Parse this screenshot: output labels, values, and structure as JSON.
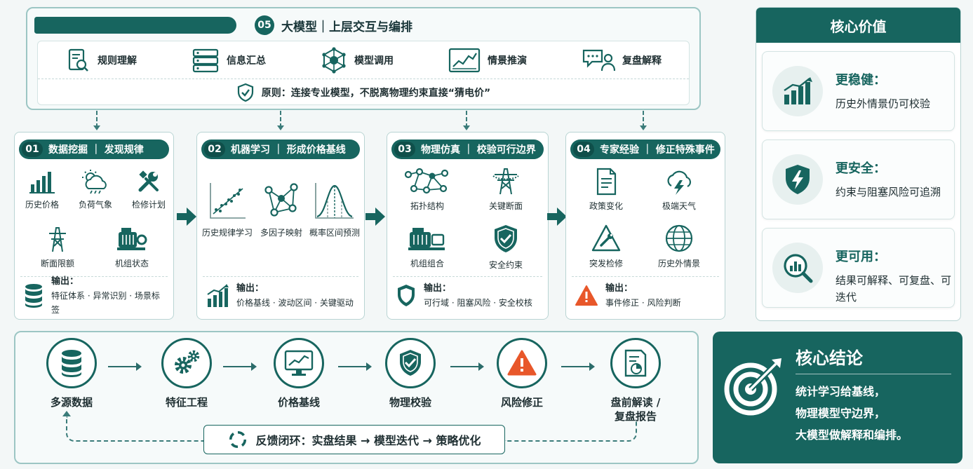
{
  "top": {
    "number": "05",
    "title": "大模型｜上层交互与编排",
    "items": [
      {
        "label": "规则理解",
        "icon": "document-search-icon"
      },
      {
        "label": "信息汇总",
        "icon": "server-stack-icon"
      },
      {
        "label": "模型调用",
        "icon": "network-hub-icon"
      },
      {
        "label": "情景推演",
        "icon": "line-chart-icon"
      },
      {
        "label": "复盘解释",
        "icon": "chat-person-icon"
      }
    ],
    "principle": "原则：连接专业模型，不脱离物理约束直接“猜电价”"
  },
  "stages": [
    {
      "number": "01",
      "title": "数据挖掘 ｜ 发现规律",
      "items": [
        "历史价格",
        "负荷气象",
        "检修计划",
        "断面限额",
        "机组状态"
      ],
      "output_label": "输出：",
      "output": "特征体系 · 异常识别 · 场景标签"
    },
    {
      "number": "02",
      "title": "机器学习 ｜ 形成价格基线",
      "items": [
        "历史规律学习",
        "多因子映射",
        "概率区间预测"
      ],
      "output_label": "输出：",
      "output": "价格基线 · 波动区间 · 关键驱动"
    },
    {
      "number": "03",
      "title": "物理仿真 ｜ 校验可行边界",
      "items": [
        "拓扑结构",
        "关键断面",
        "机组组合",
        "安全约束"
      ],
      "output_label": "输出：",
      "output": "可行域 · 阻塞风险 · 安全校核"
    },
    {
      "number": "04",
      "title": "专家经验 ｜ 修正特殊事件",
      "items": [
        "政策变化",
        "极端天气",
        "突发检修",
        "历史外情景"
      ],
      "output_label": "输出：",
      "output": "事件修正 · 风险判断"
    }
  ],
  "flow": {
    "nodes": [
      "多源数据",
      "特征工程",
      "价格基线",
      "物理校验",
      "风险修正",
      "盘前解读 /\n复盘报告"
    ],
    "feedback": "反馈闭环：实盘结果 → 模型迭代 → 策略优化"
  },
  "value": {
    "title": "核心价值",
    "items": [
      {
        "head": "更稳健：",
        "desc": "历史外情景仍可校验"
      },
      {
        "head": "更安全：",
        "desc": "约束与阻塞风险可追溯"
      },
      {
        "head": "更可用：",
        "desc": "结果可解释、可复盘、可迭代"
      }
    ]
  },
  "conclusion": {
    "title": "核心结论",
    "lines": [
      "统计学习给基线，",
      "物理模型守边界，",
      "大模型做解释和编排。"
    ]
  },
  "colors": {
    "primary": "#17655f",
    "warning": "#e8572a",
    "border": "#9cc6c4"
  }
}
